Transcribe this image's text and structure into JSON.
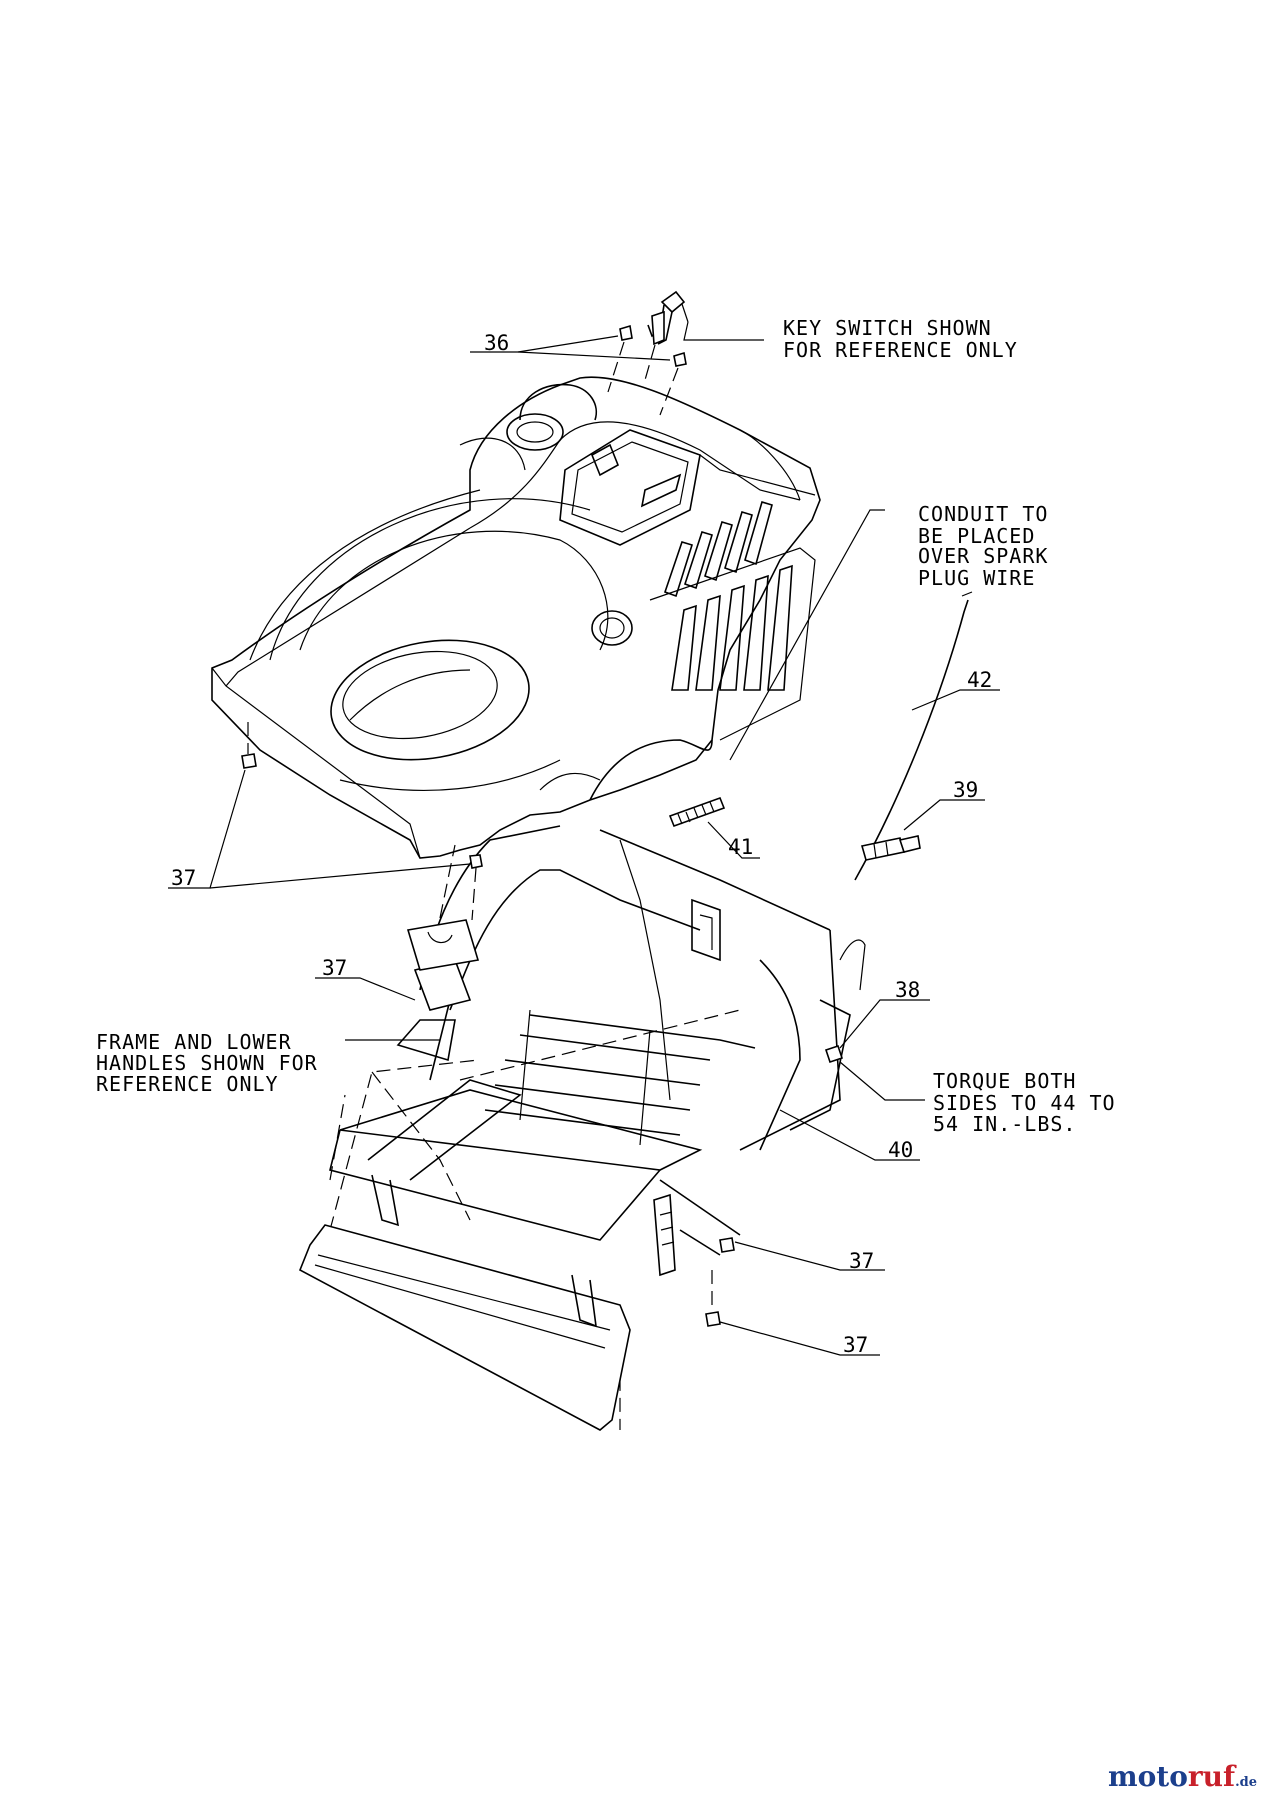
{
  "notes": {
    "key_switch": [
      "KEY SWITCH SHOWN",
      "FOR REFERENCE ONLY"
    ],
    "conduit": [
      "CONDUIT TO",
      "BE PLACED",
      "OVER SPARK",
      "PLUG WIRE"
    ],
    "frame": [
      "FRAME AND LOWER",
      "HANDLES SHOWN FOR",
      "REFERENCE ONLY"
    ],
    "torque": [
      "TORQUE BOTH",
      "SIDES TO 44 TO",
      "54 IN.-LBS."
    ]
  },
  "callouts": {
    "c36": "36",
    "c37a": "37",
    "c37b": "37",
    "c37c": "37",
    "c37d": "37",
    "c38": "38",
    "c39": "39",
    "c40": "40",
    "c41": "41",
    "c42": "42"
  },
  "brand": {
    "part1": "moto",
    "part2": "ruf",
    "part3": ".de",
    "colors": {
      "blue": "#1c3f8c",
      "red": "#c8202a"
    }
  }
}
